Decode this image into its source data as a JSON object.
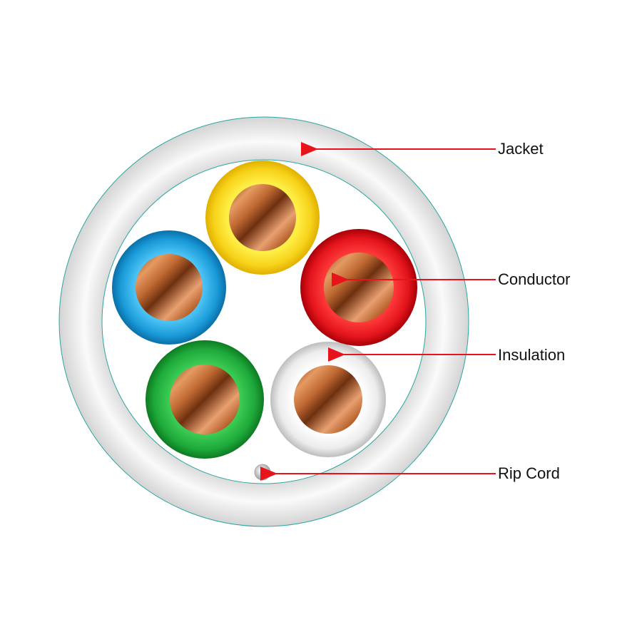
{
  "labels": {
    "jacket": "Jacket",
    "conductor": "Conductor",
    "insulation": "Insulation",
    "rip_cord": "Rip Cord"
  },
  "colors": {
    "arrow": "#e8141c",
    "jacket": "#f2f2f2",
    "jacket_outline": "#2aa7a0",
    "copper": "#b8642e",
    "wire_yellow": "#f7d21a",
    "wire_blue": "#1a9ad8",
    "wire_red": "#e3141c",
    "wire_green": "#1ea93a",
    "wire_white": "#eeeeee"
  }
}
